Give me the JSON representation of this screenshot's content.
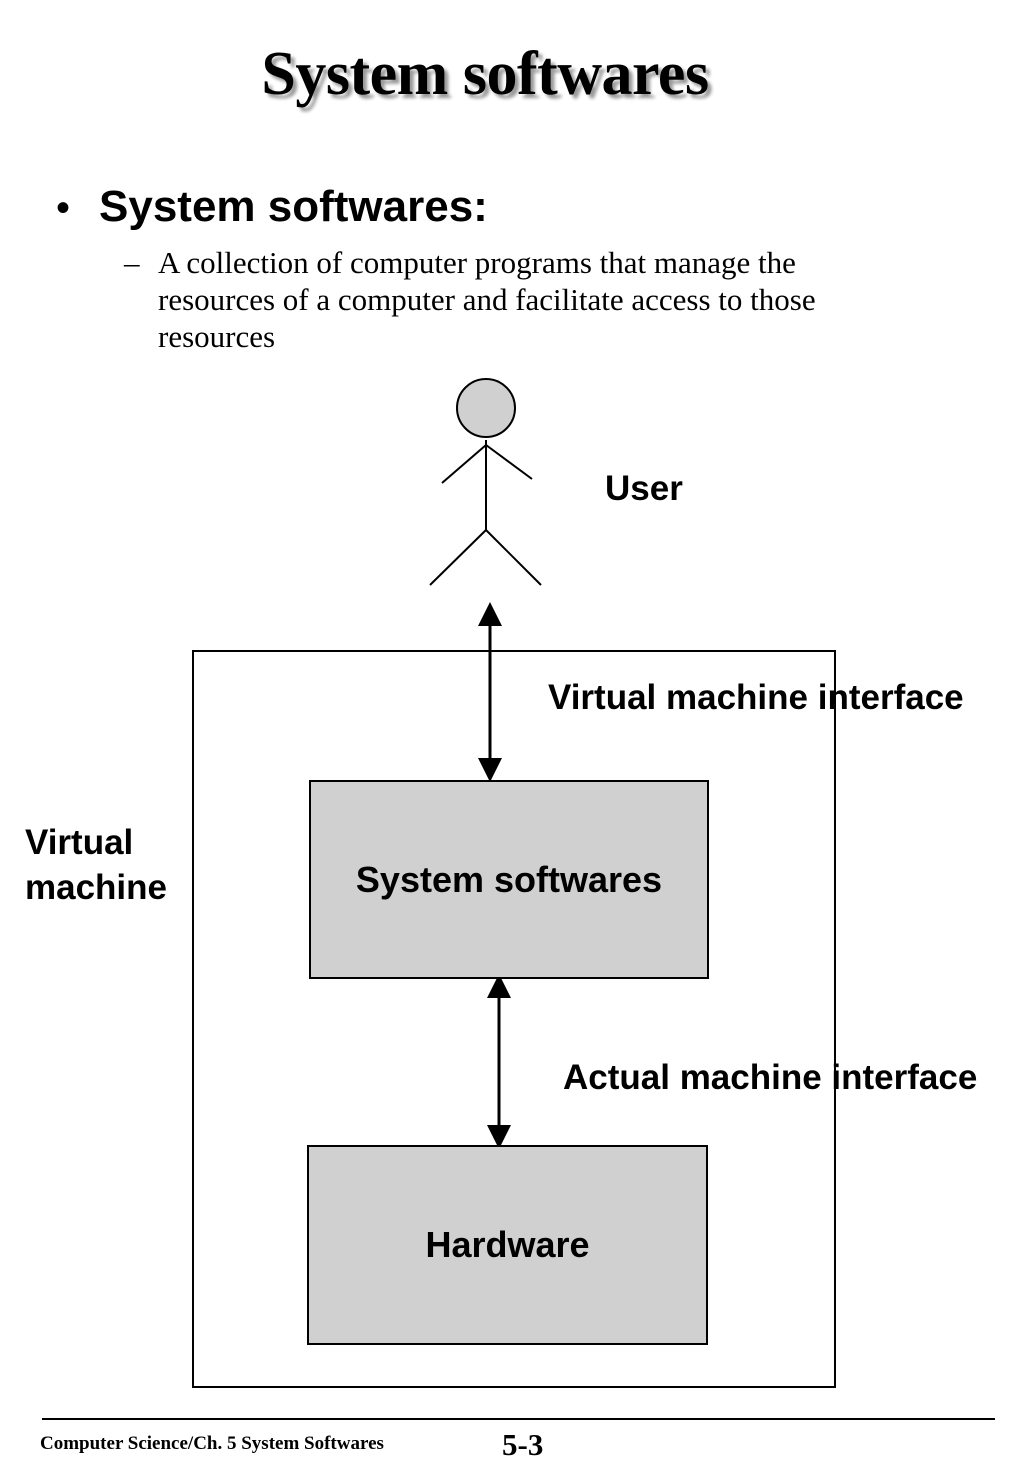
{
  "slide": {
    "title": "System softwares",
    "bullet": {
      "marker": "•",
      "text": "System softwares:"
    },
    "sub_bullet": {
      "marker": "–",
      "text": "A collection of computer programs that manage the resources of a computer and facilitate access to those resources"
    }
  },
  "diagram": {
    "user_label": "User",
    "virtual_interface_label": "Virtual machine interface",
    "virtual_machine_label_line1": "Virtual",
    "virtual_machine_label_line2": "machine",
    "system_softwares_box": "System softwares",
    "actual_interface_label": "Actual machine interface",
    "hardware_box": "Hardware",
    "colors": {
      "box_fill": "#d0d0d0",
      "head_fill": "#d0d0d0",
      "stroke": "#000000"
    }
  },
  "footer": {
    "text": "Computer Science/Ch. 5 System Softwares",
    "page_number": "5-3"
  }
}
